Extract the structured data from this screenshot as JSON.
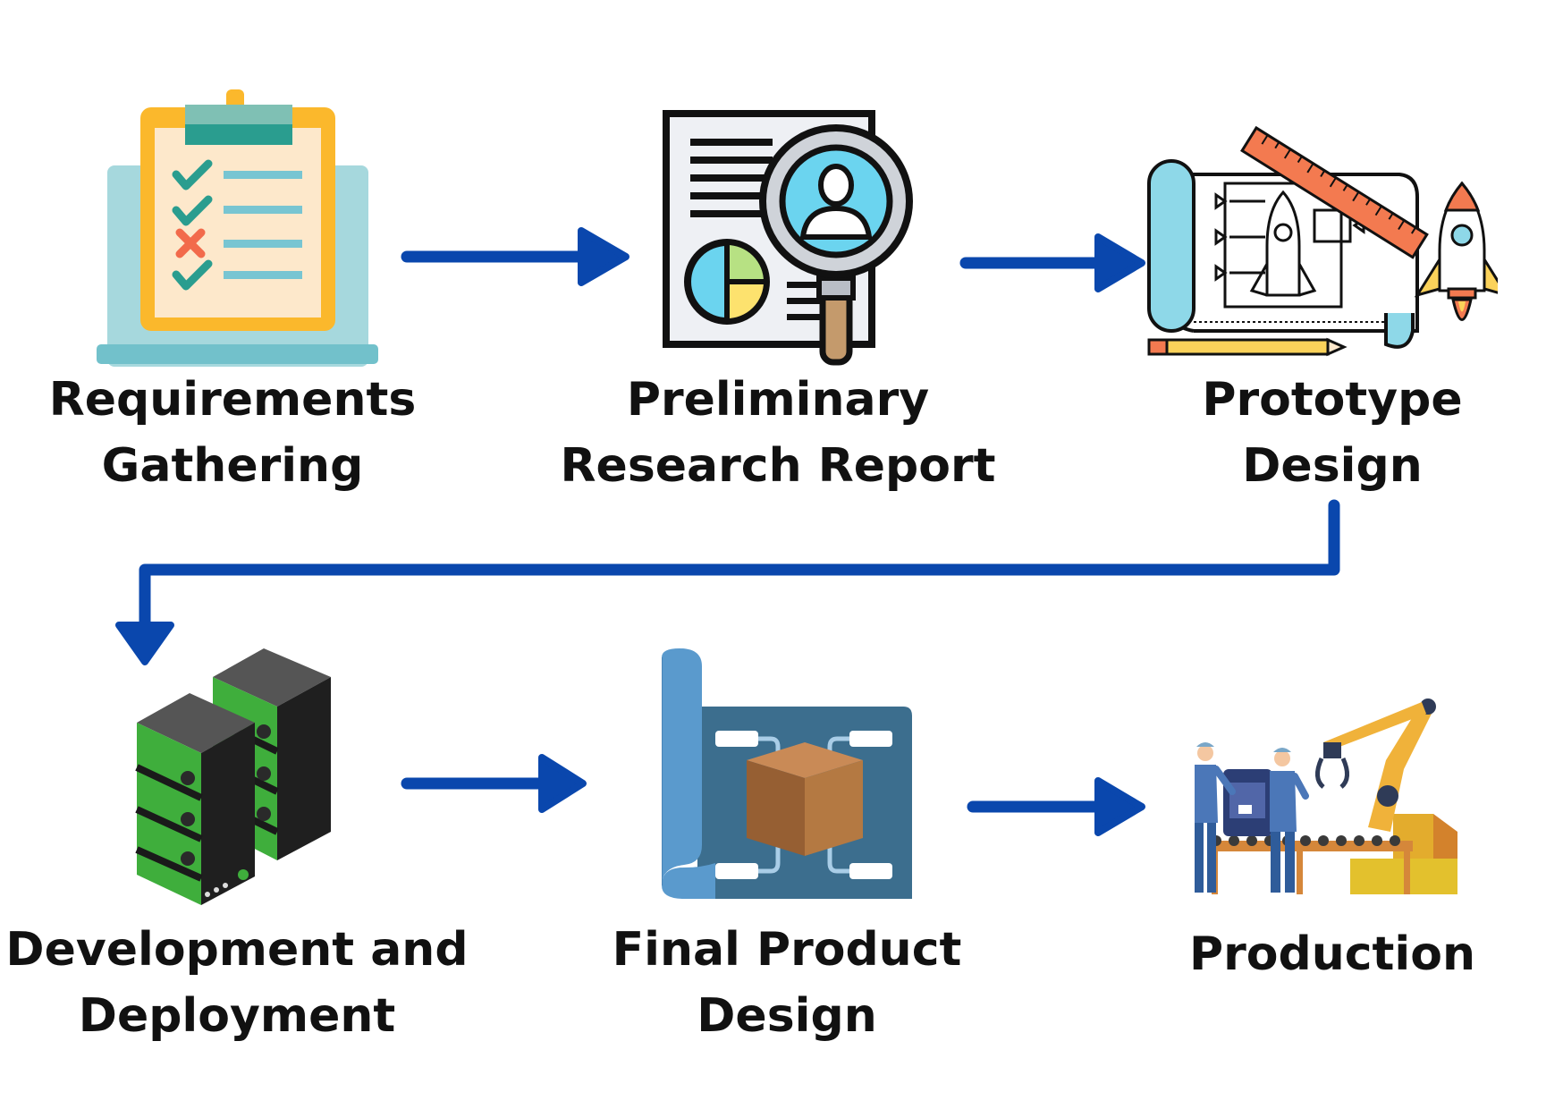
{
  "diagram": {
    "colors": {
      "arrow": "#0a47ad",
      "text": "#111111"
    },
    "steps": [
      {
        "icon": "clipboard-laptop-icon",
        "line1": "Requirements",
        "line2": "Gathering"
      },
      {
        "icon": "research-report-icon",
        "line1": "Preliminary",
        "line2": "Research Report"
      },
      {
        "icon": "blueprint-rocket-icon",
        "line1": "Prototype",
        "line2": "Design"
      },
      {
        "icon": "server-racks-icon",
        "line1": "Development and",
        "line2": "Deployment"
      },
      {
        "icon": "product-blueprint-icon",
        "line1": "Final Product",
        "line2": "Design"
      },
      {
        "icon": "factory-robot-arm-icon",
        "line1": "Production",
        "line2": ""
      }
    ]
  }
}
